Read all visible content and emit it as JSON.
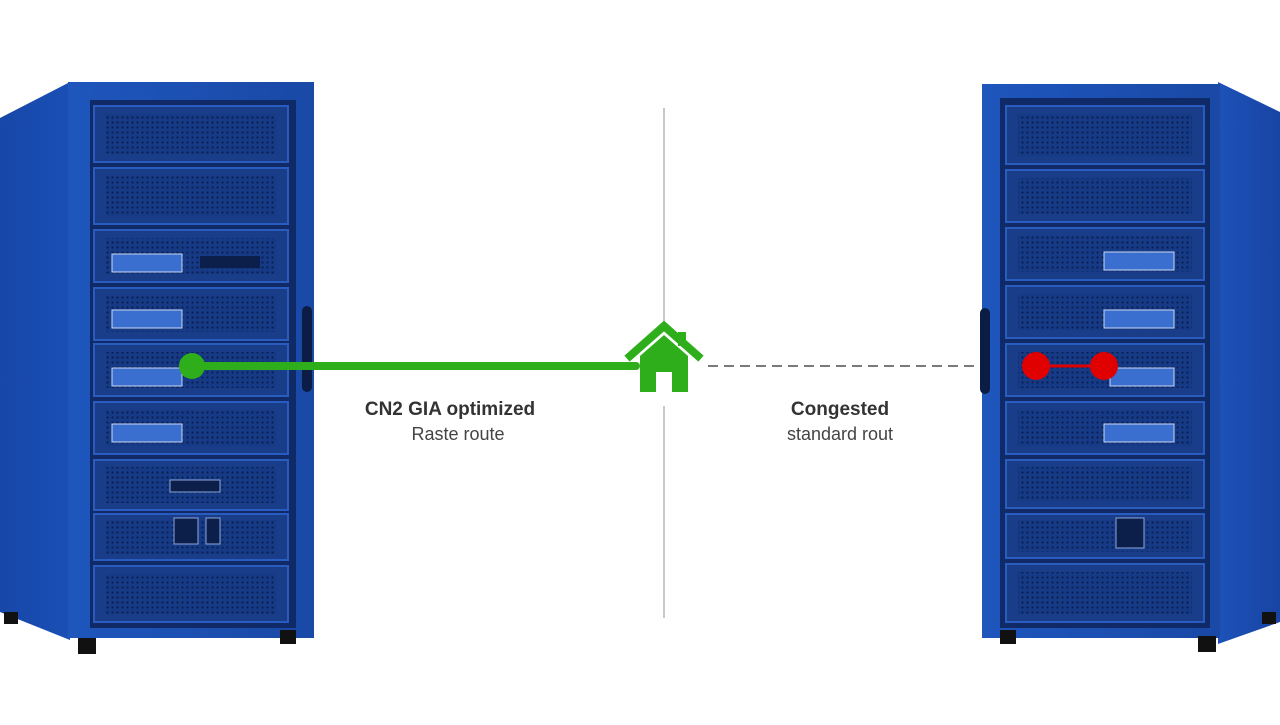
{
  "left_route": {
    "title": "CN2 GIA optimized",
    "subtitle": "Raste route",
    "status": "optimized",
    "line_color": "#2fae1c"
  },
  "right_route": {
    "title": "Congested",
    "subtitle": "standard rout",
    "status": "congested",
    "line_color": "#7a7a7a",
    "node_color": "#e00000"
  },
  "destination": {
    "icon": "home-icon",
    "color": "#2fae1c"
  },
  "server_rack": {
    "body_color": "#1d4fb0",
    "side_color": "#1640a0",
    "panel_color": "#10306e"
  }
}
